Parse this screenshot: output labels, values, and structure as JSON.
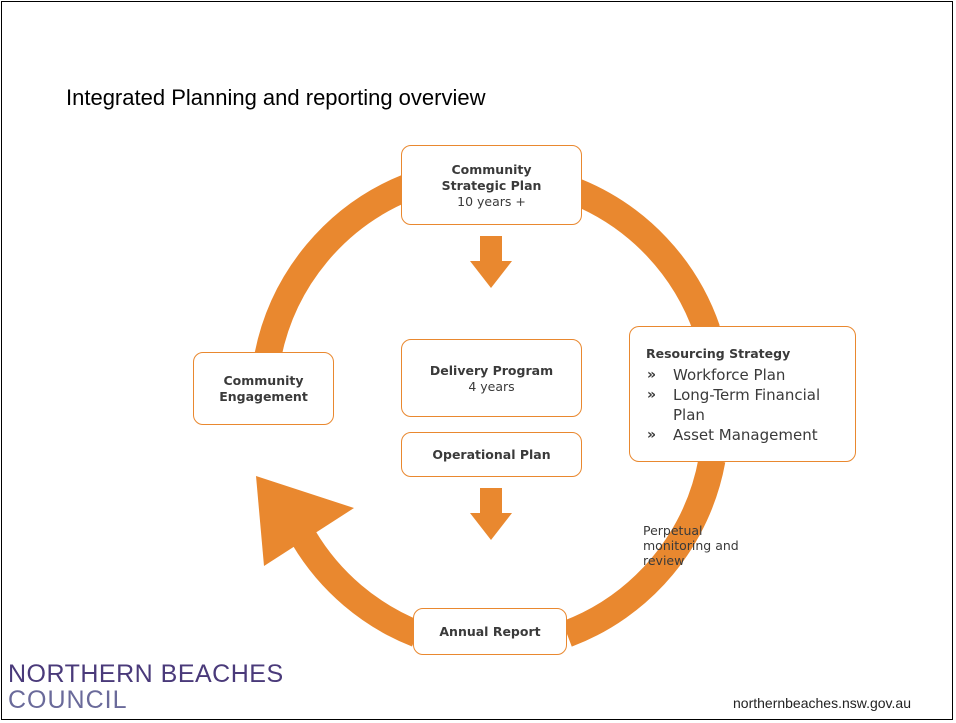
{
  "title": "Integrated Planning and reporting overview",
  "colors": {
    "accent": "#e9882f",
    "logo": "#4a3a7a"
  },
  "boxes": {
    "community_strategic_plan": {
      "line1": "Community",
      "line2": "Strategic Plan",
      "line3": "10 years +"
    },
    "community_engagement": {
      "line1": "Community",
      "line2": "Engagement"
    },
    "delivery_program": {
      "title": "Delivery Program",
      "subtitle": "4 years"
    },
    "operational_plan": {
      "title": "Operational Plan"
    },
    "annual_report": {
      "title": "Annual Report"
    },
    "resourcing_strategy": {
      "title": "Resourcing Strategy",
      "marker": "»",
      "items": [
        "Workforce Plan",
        "Long-Term Financial Plan",
        "Asset Management"
      ]
    }
  },
  "monitoring_note": "Perpetual monitoring and review",
  "logo": {
    "line1": "NORTHERN BEACHES",
    "line2": "COUNCIL"
  },
  "url": "northernbeaches.nsw.gov.au",
  "icons": [
    "down-arrow-icon",
    "cycle-arrowhead-icon"
  ]
}
